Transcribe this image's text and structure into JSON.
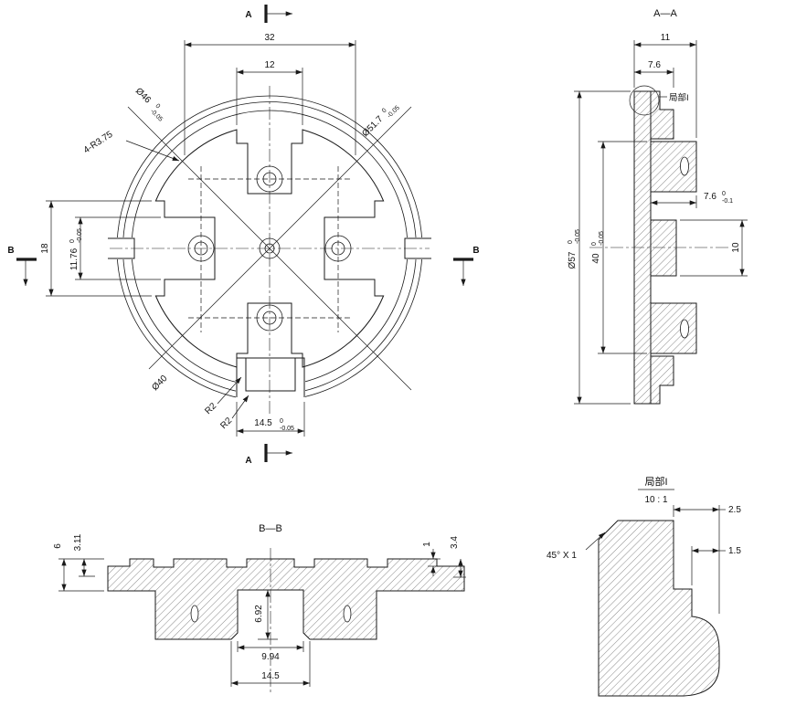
{
  "front_view": {
    "section_a": "A",
    "section_b": "B",
    "dim_32": "32",
    "dim_12": "12",
    "dim_18": "18",
    "dim_11_76": {
      "v": "11.76",
      "up": "0",
      "dn": "-0.05"
    },
    "dia_46": {
      "v": "Ø46",
      "up": "0",
      "dn": "-0.05"
    },
    "dia_51_7": {
      "v": "Ø51.7",
      "up": "0",
      "dn": "-0.05"
    },
    "label_4_r375": "4-R3.75",
    "dia_40": "Ø40",
    "label_r2_1": "R2",
    "label_r2_2": "R2",
    "dim_14_5": {
      "v": "14.5",
      "up": "0",
      "dn": "-0.05"
    }
  },
  "section_aa": {
    "title": "A—A",
    "dim_11": "11",
    "dim_7_6": "7.6",
    "detail_callout": "局部I",
    "dia_57": {
      "v": "Ø57",
      "up": "0",
      "dn": "-0.05"
    },
    "dim_40": {
      "v": "40",
      "up": "0",
      "dn": "-0.05"
    },
    "dim_7_6_tol": {
      "v": "7.6",
      "up": "0",
      "dn": "-0.1"
    },
    "dim_10": "10"
  },
  "section_bb": {
    "title": "B—B",
    "dim_6": "6",
    "dim_3_11": "3.11",
    "dim_1": "1",
    "dim_3_4": "3.4",
    "dim_6_92": "6.92",
    "dim_9_94": "9.94",
    "dim_14_5": "14.5"
  },
  "detail_i": {
    "title": "局部I",
    "scale": "10 : 1",
    "dim_2_5": "2.5",
    "dim_1_5": "1.5",
    "chamfer_label": "45° X 1"
  }
}
